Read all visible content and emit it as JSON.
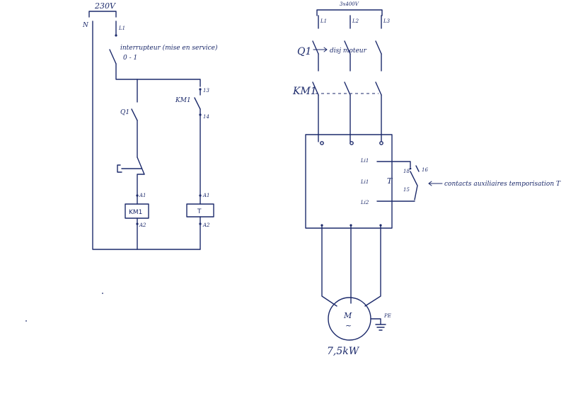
{
  "control_circuit": {
    "supply_voltage": "230V",
    "neutral": "N",
    "phase": "L1",
    "switch_label": "interrupteur (mise en service)",
    "switch_positions": "0 - 1",
    "q1": "Q1",
    "km1_contact": "KM1",
    "contact_13": "13",
    "contact_14": "14",
    "coil_a1_left": "A1",
    "coil_a1_right": "A1",
    "coil_a2_left": "A2",
    "coil_a2_right": "A2",
    "coil_km1": "KM1",
    "coil_t": "T"
  },
  "power_circuit": {
    "supply_voltage": "3x400V",
    "phases": [
      "L1",
      "L2",
      "L3"
    ],
    "q1": "Q1",
    "q1_desc": "disj moteur",
    "km1": "KM1",
    "inputs": [
      "Li1",
      "Li1",
      "Li2"
    ],
    "timer": "T",
    "aux_18": "18",
    "aux_16": "16",
    "aux_15": "15",
    "aux_label": "contacts auxiliaires temporisation T",
    "motor": "M",
    "motor_type": "~",
    "earth": "PE",
    "motor_power": "7,5kW"
  }
}
